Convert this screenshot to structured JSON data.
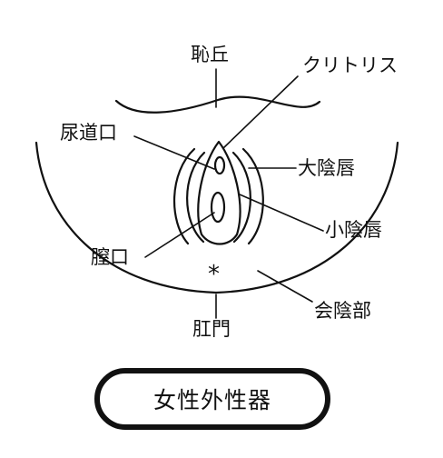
{
  "labels": {
    "mons_pubis": "恥丘",
    "clitoris": "クリトリス",
    "urethral_opening": "尿道口",
    "labia_majora": "大陰唇",
    "labia_minora": "小陰唇",
    "vaginal_opening": "膣口",
    "perineum": "会陰部",
    "anus": "肛門",
    "anus_marker": "*"
  },
  "title": "女性外性器",
  "colors": {
    "line": "#111111",
    "background": "#ffffff"
  }
}
